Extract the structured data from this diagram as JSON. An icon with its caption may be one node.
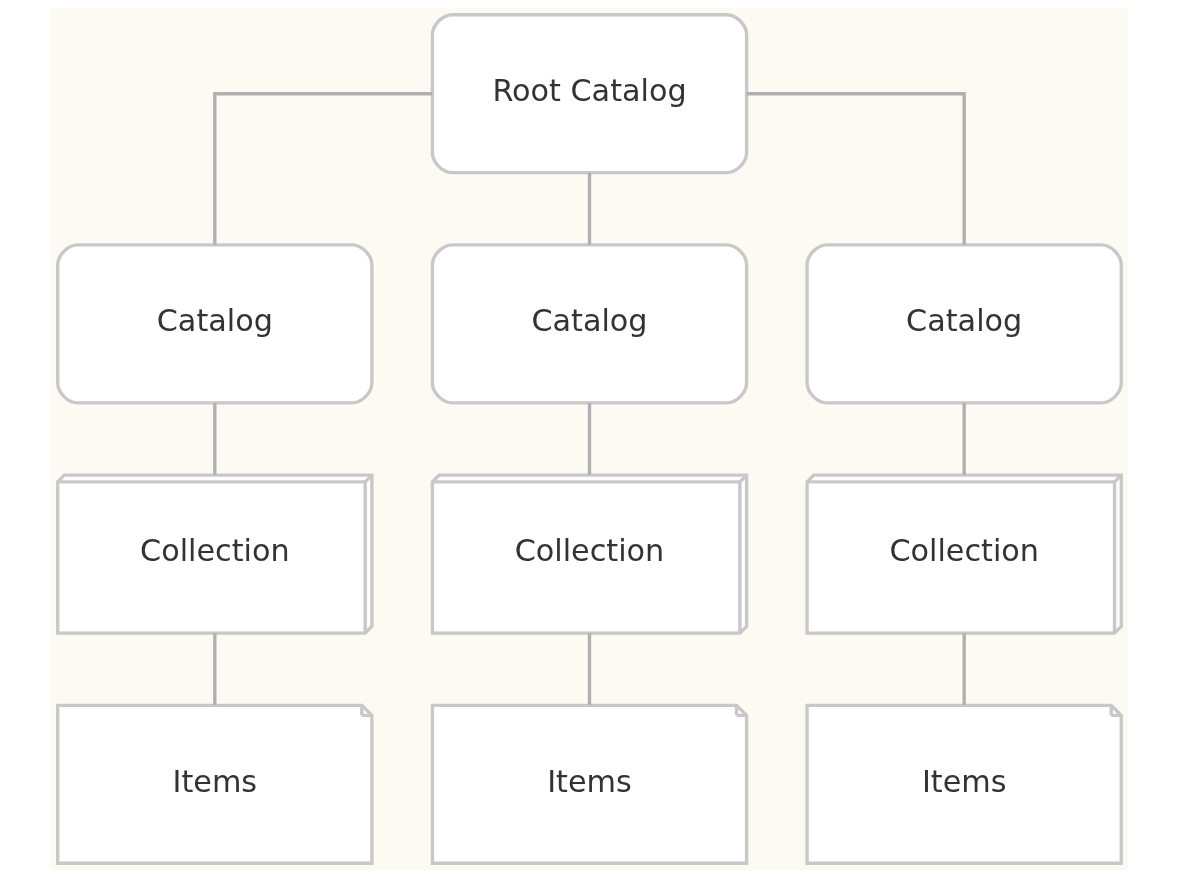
{
  "diagram": {
    "nodes": [
      {
        "text": [
          "Root Catalog"
        ]
      },
      {
        "text": [
          "Catalog"
        ]
      },
      {
        "text": [
          "Catalog"
        ]
      },
      {
        "text": [
          "Catalog"
        ]
      },
      {
        "text": [
          "Collection"
        ]
      },
      {
        "text": [
          "Collection"
        ]
      },
      {
        "text": [
          "Collection"
        ]
      },
      {
        "text": [
          "Items"
        ]
      },
      {
        "text": [
          "Items"
        ]
      },
      {
        "text": [
          "Items"
        ]
      }
    ],
    "edges": [
      {
        "from": 0,
        "to": 1,
        "arrow": "none"
      },
      {
        "from": 0,
        "to": 2,
        "arrow": "none"
      },
      {
        "from": 0,
        "to": 3,
        "arrow": "none"
      },
      {
        "from": 1,
        "to": 4,
        "arrow": "none"
      },
      {
        "from": 2,
        "to": 5,
        "arrow": "none"
      },
      {
        "from": 3,
        "to": 6,
        "arrow": "none"
      },
      {
        "from": 4,
        "to": 7,
        "arrow": "none"
      },
      {
        "from": 5,
        "to": 8,
        "arrow": "none"
      },
      {
        "from": 6,
        "to": 9,
        "arrow": "none"
      }
    ]
  }
}
